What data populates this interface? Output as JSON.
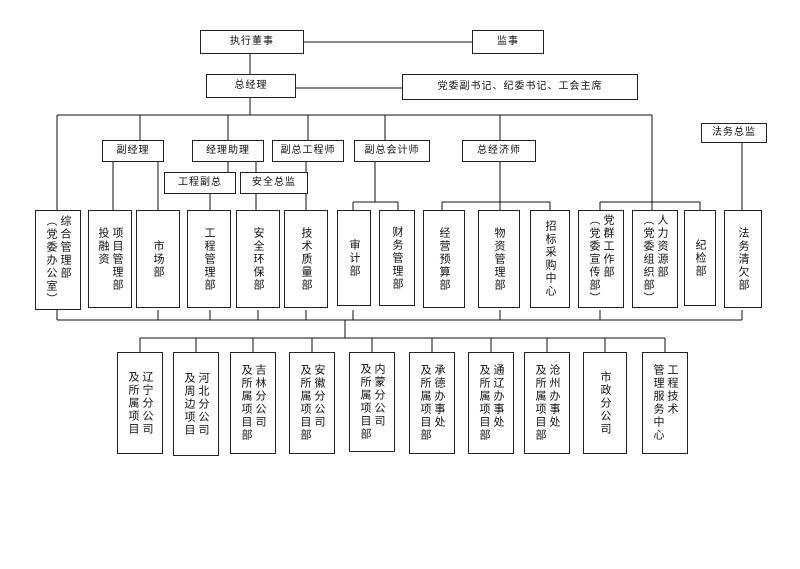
{
  "top": {
    "board": "执行董事",
    "supervisor": "监事",
    "gm": "总经理",
    "party": "党委副书记、纪委书记、工会主席"
  },
  "level2": {
    "deputy_gm": "副经理",
    "assistant_gm": "经理助理",
    "chief_engineer": "副总工程师",
    "chief_accountant": "副总会计师",
    "chief_economist": "总经济师",
    "legal_director": "法务总监",
    "eng_deputy": "工程副总",
    "safety_director": "安全总监"
  },
  "departments": [
    "综合管理部\n（党委办公室）",
    "项目管理部\n投融资",
    "市场部",
    "工程管理部",
    "安全环保部",
    "技术质量部",
    "审计部",
    "财务管理部",
    "经营预算部",
    "物资管理部",
    "招标采购中心",
    "党群工作部\n（党委宣传部）",
    "人力资源部\n（党委组织部）",
    "纪检部",
    "法务清欠部"
  ],
  "branches": [
    "辽宁分公司\n及所属项目",
    "河北分公司\n及周边项目",
    "吉林分公司\n及所属项目部",
    "安徽分公司\n及所属项目部",
    "内蒙分公司\n及所属项目部",
    "承德办事处\n及所属项目部",
    "通辽办事处\n及所属项目部",
    "沧州办事处\n及所属项目部",
    "市政分公司",
    "工程技术\n管理服务中心"
  ]
}
